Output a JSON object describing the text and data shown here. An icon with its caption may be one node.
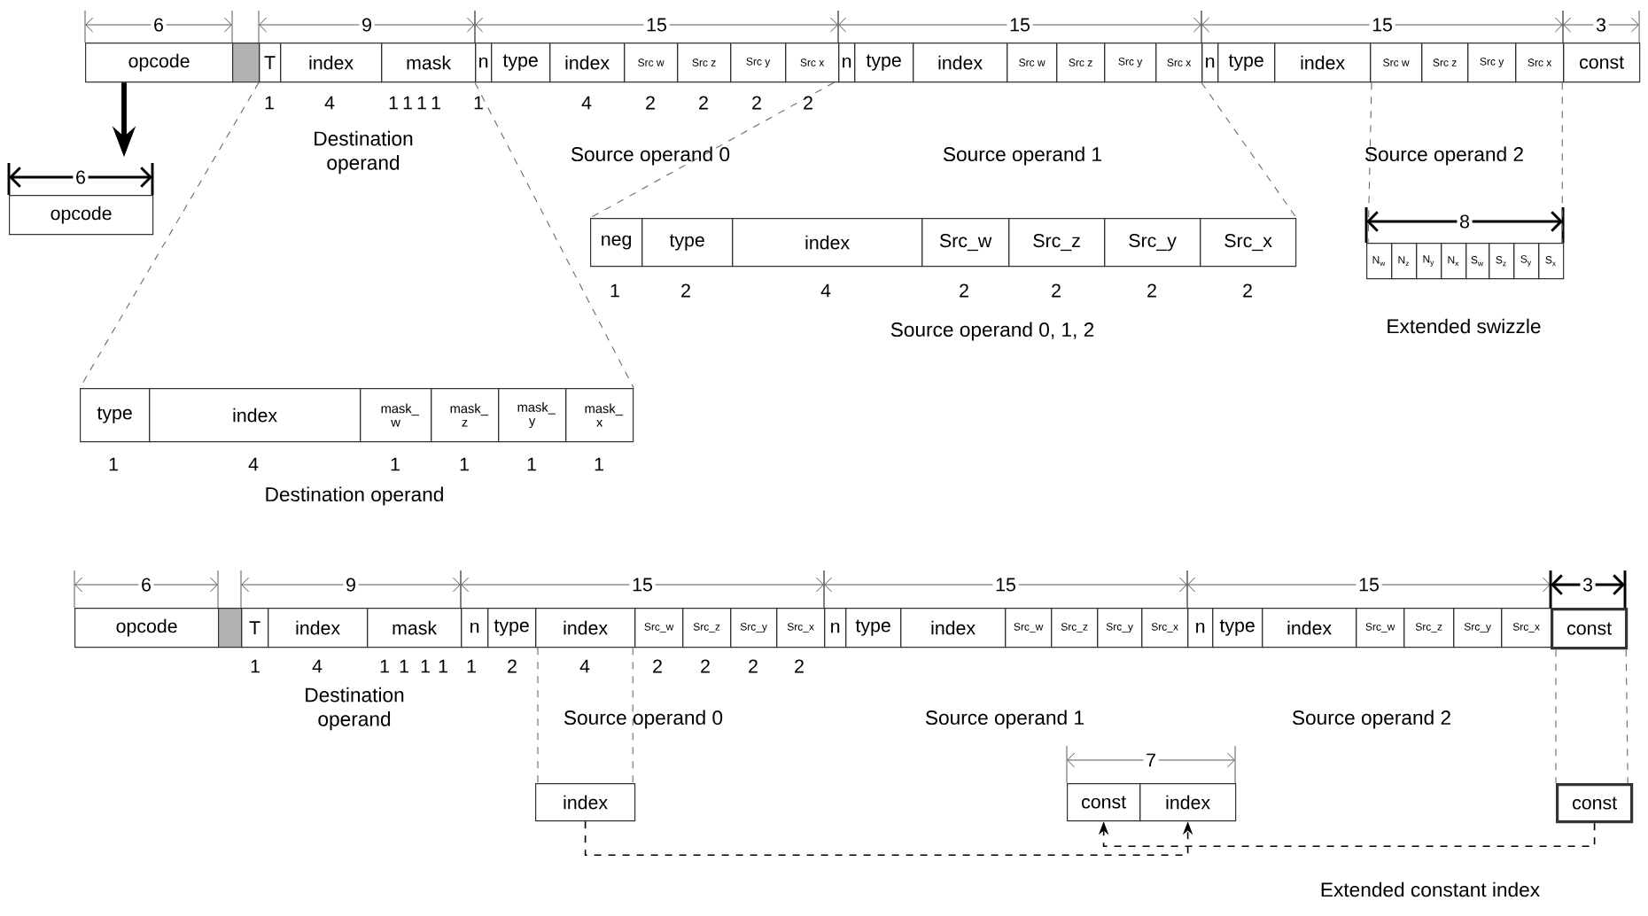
{
  "diagram": {
    "nodes": [
      {
        "text": [
          "opcode"
        ]
      },
      {
        "text": [],
        "shape": "box"
      },
      {
        "text": [
          "T"
        ]
      },
      {
        "text": [
          "index"
        ]
      },
      {
        "text": [
          "mask"
        ]
      },
      {
        "text": [
          "n"
        ]
      },
      {
        "text": [
          "type"
        ]
      },
      {
        "text": [
          "index"
        ]
      },
      {
        "text": [
          "Src w"
        ]
      },
      {
        "text": [
          "Src z"
        ]
      },
      {
        "text": [
          "Src y"
        ]
      },
      {
        "text": [
          "Src x"
        ]
      },
      {
        "text": [
          "n"
        ]
      },
      {
        "text": [
          "type"
        ]
      },
      {
        "text": [
          "index"
        ]
      },
      {
        "text": [
          "Src w"
        ]
      },
      {
        "text": [
          "Src z"
        ]
      },
      {
        "text": [
          "Src y"
        ]
      },
      {
        "text": [
          "Src x"
        ]
      },
      {
        "text": [
          "n"
        ]
      },
      {
        "text": [
          "type"
        ]
      },
      {
        "text": [
          "index"
        ]
      },
      {
        "text": [
          "Src w"
        ]
      },
      {
        "text": [
          "Src z"
        ]
      },
      {
        "text": [
          "Src y"
        ]
      },
      {
        "text": [
          "Src x"
        ]
      },
      {
        "text": [
          "const"
        ]
      },
      {
        "text": [
          "opcode"
        ]
      },
      {
        "text": [
          "neg"
        ]
      },
      {
        "text": [
          "type"
        ]
      },
      {
        "text": [
          "index"
        ]
      },
      {
        "text": [
          "Src_w"
        ]
      },
      {
        "text": [
          "Src_z"
        ]
      },
      {
        "text": [
          "Src_y"
        ]
      },
      {
        "text": [
          "Src_x"
        ]
      },
      {
        "text": [
          "N$_{w}$"
        ]
      },
      {
        "text": [
          "N$_{z}$"
        ]
      },
      {
        "text": [
          "N$_{y}$"
        ]
      },
      {
        "text": [
          "N$_{x}$"
        ]
      },
      {
        "text": [
          "S$_{w}$"
        ]
      },
      {
        "text": [
          "S$_{z}$"
        ]
      },
      {
        "text": [
          "S$_{y}$"
        ]
      },
      {
        "text": [
          "S$_{x}$"
        ]
      },
      {
        "text": [
          "type"
        ]
      },
      {
        "text": [
          "index"
        ]
      },
      {
        "text": [
          "mask_ w"
        ]
      },
      {
        "text": [
          "mask_ z"
        ]
      },
      {
        "text": [
          "mask_ y"
        ]
      },
      {
        "text": [
          "mask_ x"
        ]
      },
      {
        "text": [
          "opcode"
        ]
      },
      {
        "text": [],
        "shape": "box"
      },
      {
        "text": [
          "T"
        ]
      },
      {
        "text": [
          "index"
        ]
      },
      {
        "text": [
          "mask"
        ]
      },
      {
        "text": [
          "n"
        ]
      },
      {
        "text": [
          "type"
        ]
      },
      {
        "text": [
          "index"
        ]
      },
      {
        "text": [
          "Src_w"
        ]
      },
      {
        "text": [
          "Src_z"
        ]
      },
      {
        "text": [
          "Src_y"
        ]
      },
      {
        "text": [
          "Src_x"
        ]
      },
      {
        "text": [
          "n"
        ]
      },
      {
        "text": [
          "type"
        ]
      },
      {
        "text": [
          "index"
        ]
      },
      {
        "text": [
          "Src_w"
        ]
      },
      {
        "text": [
          "Src_z"
        ]
      },
      {
        "text": [
          "Src_y"
        ]
      },
      {
        "text": [
          "Src_x"
        ]
      },
      {
        "text": [
          "n"
        ]
      },
      {
        "text": [
          "type"
        ]
      },
      {
        "text": [
          "index"
        ]
      },
      {
        "text": [
          "Src_w"
        ]
      },
      {
        "text": [
          "Src_z"
        ]
      },
      {
        "text": [
          "Src_y"
        ]
      },
      {
        "text": [
          "Src_x"
        ]
      },
      {
        "text": [
          "const"
        ]
      },
      {
        "text": [
          "index"
        ]
      },
      {
        "text": [
          "const"
        ]
      },
      {
        "text": [
          "index"
        ]
      },
      {
        "text": [
          "const"
        ]
      }
    ],
    "edges": [
      {
        "from": 0,
        "to": 27,
        "arrow": "to",
        "style": "thick",
        "color": "#000000"
      },
      {
        "from": 76,
        "to": 78,
        "arrow": "to",
        "style": "dashed",
        "color": "#000000"
      },
      {
        "from": 79,
        "to": 77,
        "arrow": "to",
        "style": "dashed",
        "color": "#000000"
      },
      {
        "from": 2,
        "to": 43,
        "arrow": "none",
        "style": "dashed"
      },
      {
        "from": 5,
        "to": 48,
        "arrow": "none",
        "style": "dashed"
      },
      {
        "from": 11,
        "to": 28,
        "arrow": "none",
        "style": "dashed"
      },
      {
        "from": 19,
        "to": 34,
        "arrow": "none",
        "style": "dashed"
      },
      {
        "from": 22,
        "to": 35,
        "arrow": "none",
        "style": "dashed"
      },
      {
        "from": 25,
        "to": 42,
        "arrow": "none",
        "style": "dashed"
      },
      {
        "from": 56,
        "to": 76,
        "arrow": "none",
        "style": "dashed"
      },
      {
        "from": 56,
        "to": 76,
        "arrow": "none",
        "style": "dashed"
      },
      {
        "from": 75,
        "to": 79,
        "arrow": "none",
        "style": "dashed"
      },
      {
        "from": 75,
        "to": 79,
        "arrow": "none",
        "style": "dashed"
      }
    ],
    "labels": [
      "6",
      "9",
      "15",
      "15",
      "15",
      "3",
      "1",
      "4",
      "1",
      "1",
      "1",
      "1",
      "1",
      "4",
      "2",
      "2",
      "2",
      "2",
      "Destination operand",
      "Source operand 0",
      "Source operand 1",
      "Source operand 2",
      "6",
      "8",
      "1",
      "2",
      "4",
      "2",
      "2",
      "2",
      "2",
      "Source operand 0, 1, 2",
      "Extended swizzle",
      "1",
      "4",
      "1",
      "1",
      "1",
      "1",
      "Destination operand",
      "6",
      "9",
      "15",
      "15",
      "15",
      "3",
      "1",
      "4",
      "1",
      "1",
      "1",
      "1",
      "1",
      "2",
      "4",
      "2",
      "2",
      "2",
      "2",
      "Destination operand",
      "Source operand 0",
      "Source operand 1",
      "Source operand 2",
      "7",
      "Extended constant index"
    ]
  }
}
